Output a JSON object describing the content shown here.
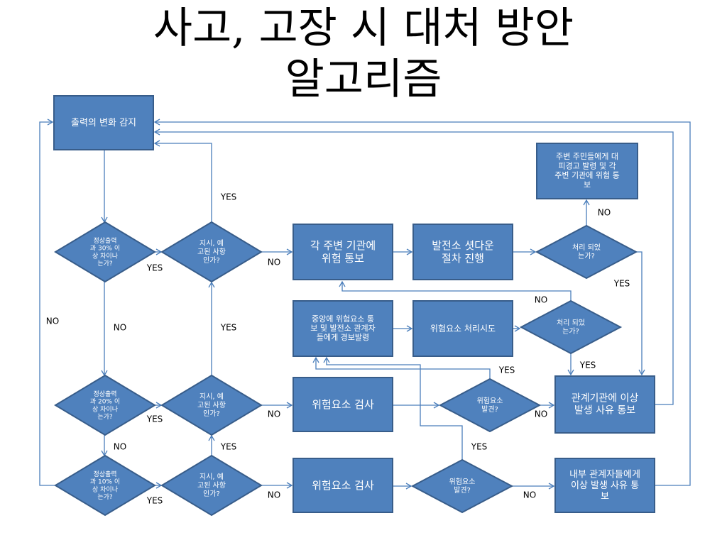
{
  "title": {
    "line1": "사고, 고장 시 대처 방안",
    "line2": "알고리즘"
  },
  "colors": {
    "node_fill": "#4f81bd",
    "node_border": "#385d8a",
    "edge": "#4a7ebb",
    "node_text": "#ffffff",
    "label_text": "#000000"
  },
  "nodes": {
    "detect": [
      "출력의 변화 감지"
    ],
    "d30": [
      "정상출력",
      "과 30% 이",
      "상 차이나",
      "는가?"
    ],
    "d20": [
      "정상출력",
      "과 20% 이",
      "상 차이나",
      "는가?"
    ],
    "d10": [
      "정상출력",
      "과 10% 이",
      "상 차이나",
      "는가?"
    ],
    "dinst1": [
      "지시, 예",
      "고된 사항",
      "인가?"
    ],
    "dinst2": [
      "지시, 예",
      "고된 사항",
      "인가?"
    ],
    "dinst3": [
      "지시, 예",
      "고된 사항",
      "인가?"
    ],
    "notify_agencies": [
      "각 주변 기관에",
      "위험 통보"
    ],
    "shutdown": [
      "발전소 셧다운",
      "절차 진행"
    ],
    "dprocessed1": [
      "처리 되었",
      "는가?"
    ],
    "evacuate": [
      "주변 주민들에게 대",
      "피경고 발령 및 각",
      "주변 기관에 위험 통",
      "보"
    ],
    "central_alarm": [
      "중앙에 위험요소 통",
      "보 및 발전소 관계자",
      "들에게 경보발령"
    ],
    "try_handle": [
      "위험요소 처리시도"
    ],
    "dprocessed2": [
      "처리 되었",
      "는가?"
    ],
    "inspect1": [
      "위험요소 검사"
    ],
    "inspect2": [
      "위험요소 검사"
    ],
    "dfound1": [
      "위험요소",
      "발견?"
    ],
    "dfound2": [
      "위험요소",
      "발견?"
    ],
    "report_agencies": [
      "관계기관에 이상",
      "발생 사유 통보"
    ],
    "report_internal": [
      "내부 관계자들에게",
      "이상 발생 사유 통",
      "보"
    ]
  },
  "labels": {
    "yes": "YES",
    "no": "NO"
  }
}
